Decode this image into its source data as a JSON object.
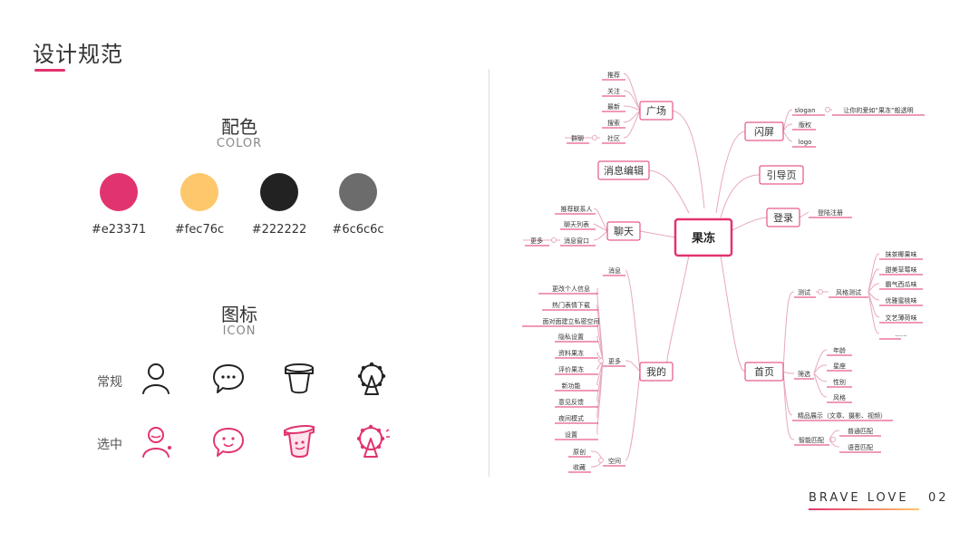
{
  "page_title": "设计规范",
  "color_section": {
    "title_cn": "配色",
    "title_en": "COLOR",
    "swatches": [
      {
        "hex": "#e23371",
        "label": "#e23371"
      },
      {
        "hex": "#fec76c",
        "label": "#fec76c"
      },
      {
        "hex": "#222222",
        "label": "#222222"
      },
      {
        "hex": "#6c6c6c",
        "label": "#6c6c6c"
      }
    ]
  },
  "icon_section": {
    "title_cn": "图标",
    "title_en": "ICON",
    "row_normal": "常规",
    "row_selected": "选中",
    "icons": [
      "user-icon",
      "chat-bubble-icon",
      "jelly-cup-icon",
      "ferris-wheel-icon"
    ],
    "normal_color": "#222222",
    "selected_color": "#e23371"
  },
  "mindmap": {
    "root": "果冻",
    "accent": "#e23371",
    "branches": {
      "guangchang": {
        "label": "广场",
        "items": [
          "推荐",
          "关注",
          "最新",
          "搜索",
          "社区"
        ],
        "sub_of_last": "群聊"
      },
      "xiaoxi_bianji": {
        "label": "消息编辑"
      },
      "liaotian": {
        "label": "聊天",
        "items": [
          "推荐联系人",
          "聊天列表",
          "消息窗口"
        ],
        "sub_of_last": "更多"
      },
      "wode": {
        "label": "我的",
        "mid": [
          "消息",
          "更多",
          "空间"
        ],
        "more_items": [
          "更改个人信息",
          "热门表情下载",
          "面对面建立私密空间",
          "隐私设置",
          "资料果冻",
          "评价果冻",
          "新功能",
          "意见反馈",
          "夜间模式",
          "设置"
        ],
        "space_items": [
          "原创",
          "收藏"
        ]
      },
      "shanping": {
        "label": "闪屏",
        "items": [
          "slogan",
          "版权",
          "logo"
        ],
        "slogan_text": "让你的爱如“果冻”般透明"
      },
      "yindaoye": {
        "label": "引导页"
      },
      "denglu": {
        "label": "登录",
        "items": [
          "登陆注册"
        ]
      },
      "shouye": {
        "label": "首页",
        "ceshi": "测试",
        "fengge": "风格测试",
        "flavors": [
          "抹茶椰果味",
          "甜美草莓味",
          "霸气西瓜味",
          "优雅蜜桃味",
          "文艺薄荷味",
          "......"
        ],
        "shaixuan": "筛选",
        "filters": [
          "年龄",
          "星座",
          "性别",
          "风格"
        ],
        "jingpin": "精品展示（文章、摄影、视频）",
        "zhineng": "智能匹配",
        "match": [
          "普通匹配",
          "语音匹配"
        ]
      }
    }
  },
  "brand": {
    "text": "BRAVE  LOVE",
    "page_num": "02"
  }
}
